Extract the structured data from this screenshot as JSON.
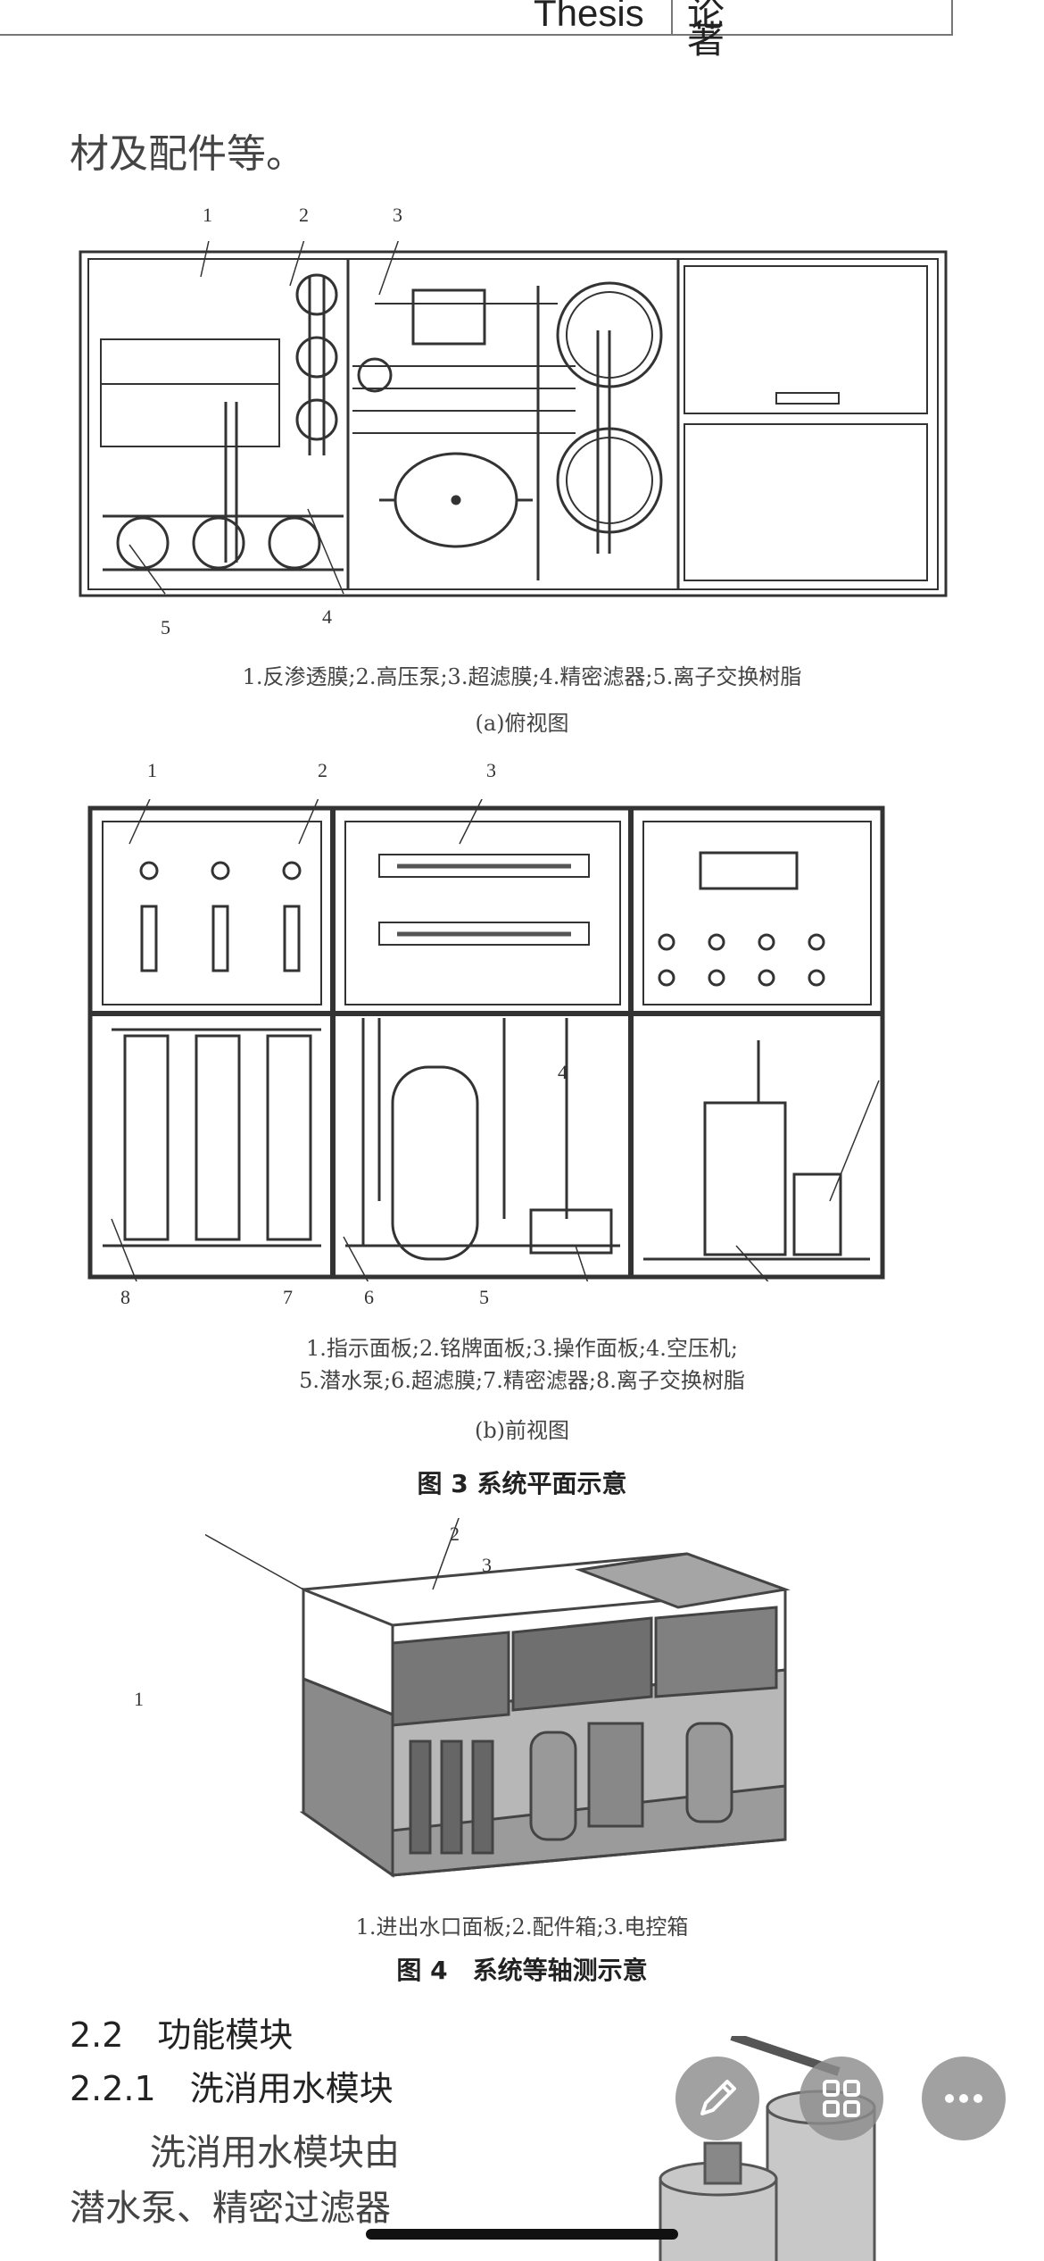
{
  "header": {
    "thesis_label": "Thesis",
    "section_label": "论 著"
  },
  "body_text_top": "材及配件等。",
  "figure_a": {
    "callouts": [
      "1",
      "2",
      "3",
      "4",
      "5"
    ],
    "legend": "1.反渗透膜;2.高压泵;3.超滤膜;4.精密滤器;5.离子交换树脂",
    "caption": "(a)俯视图"
  },
  "figure_b": {
    "callouts": [
      "1",
      "2",
      "3",
      "4",
      "5",
      "6",
      "7",
      "8"
    ],
    "legend_line1": "1.指示面板;2.铭牌面板;3.操作面板;4.空压机;",
    "legend_line2": "5.潜水泵;6.超滤膜;7.精密滤器;8.离子交换树脂",
    "caption": "(b)前视图"
  },
  "figure3_title": "图 3 系统平面示意",
  "figure4": {
    "callouts": [
      "1",
      "2",
      "3"
    ],
    "legend": "1.进出水口面板;2.配件箱;3.电控箱",
    "title": "图 4　系统等轴测示意"
  },
  "section_heading": "2.2　功能模块",
  "subsection_heading": "2.2.1　洗消用水模块",
  "paragraph_line1": "洗消用水模块由",
  "paragraph_line2": "潜水泵、精密过滤器",
  "overlay_buttons": {
    "edit": "edit-icon",
    "grid": "grid-icon",
    "more": "more-icon"
  }
}
